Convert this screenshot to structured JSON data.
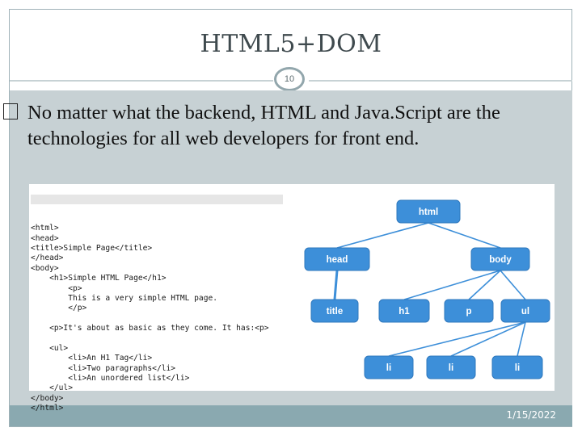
{
  "slide": {
    "title": "HTML5+DOM",
    "page_number": "10",
    "date": "1/15/2022"
  },
  "content": {
    "bullet_text": "No matter what the backend, HTML and Java.Script are the technologies for all web developers for front end."
  },
  "figure": {
    "code_lines": [
      "<html>",
      "<head>",
      "<title>Simple Page</title>",
      "</head>",
      "<body>",
      "    <h1>Simple HTML Page</h1>",
      "        <p>",
      "        This is a very simple HTML page.",
      "        </p>",
      "",
      "    <p>It's about as basic as they come. It has:<p>",
      "",
      "    <ul>",
      "        <li>An H1 Tag</li>",
      "        <li>Two paragraphs</li>",
      "        <li>An unordered list</li>",
      "    </ul>",
      "</body>",
      "</html>"
    ],
    "dom_tree": {
      "nodes": [
        "html",
        "head",
        "body",
        "title",
        "h1",
        "p",
        "ul",
        "li",
        "li",
        "li"
      ],
      "edges": [
        [
          0,
          1
        ],
        [
          0,
          2
        ],
        [
          1,
          3
        ],
        [
          2,
          4
        ],
        [
          2,
          5
        ],
        [
          2,
          6
        ],
        [
          6,
          7
        ],
        [
          6,
          8
        ],
        [
          6,
          9
        ]
      ]
    }
  },
  "colors": {
    "node_fill": "#3d8fd9",
    "node_text": "#ffffff",
    "edge": "#3d8fd9",
    "panel": "#c7d1d4",
    "footer": "#8aa9b0"
  }
}
